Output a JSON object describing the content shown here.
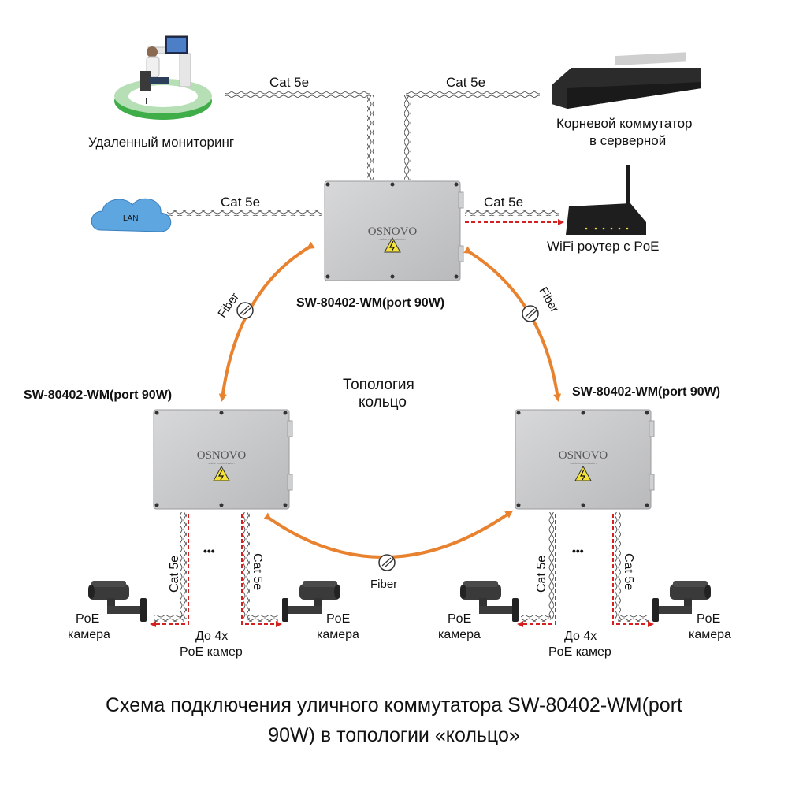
{
  "diagram": {
    "title": "Топология кольцо",
    "title_lines": [
      "Топология",
      "кольцо"
    ],
    "nodes": {
      "remote_monitoring": {
        "label": "Удаленный мониторинг"
      },
      "root_switch": {
        "label_lines": [
          "Корневой коммутатор",
          "в серверной"
        ]
      },
      "lan": {
        "label": "LAN"
      },
      "wifi_router": {
        "label": "WiFi роутер с PoE"
      },
      "switch_top": {
        "label": "SW-80402-WM(port 90W)",
        "brand": "OSNOVO",
        "brand_sub": "cable transmission"
      },
      "switch_left": {
        "label": "SW-80402-WM(port 90W)",
        "brand": "OSNOVO",
        "brand_sub": "cable transmission"
      },
      "switch_right": {
        "label": "SW-80402-WM(port 90W)",
        "brand": "OSNOVO",
        "brand_sub": "cable transmission"
      },
      "camera_label_lines": [
        "PoE",
        "камера"
      ],
      "max_cameras_lines": [
        "До 4x",
        "PoE камер"
      ],
      "ellipsis": "•••"
    },
    "links": {
      "cat5e": "Cat 5e",
      "fiber": "Fiber"
    },
    "colors": {
      "fiber": "#e8822e",
      "poe": "#d42020",
      "cable": "#555555",
      "enclosure": "#c9cacb",
      "monitor_ring": "#3fae49"
    }
  },
  "caption": {
    "line1": "Схема подключения уличного коммутатора SW-80402-WM(port",
    "line2": "90W) в топологии «кольцо»"
  }
}
